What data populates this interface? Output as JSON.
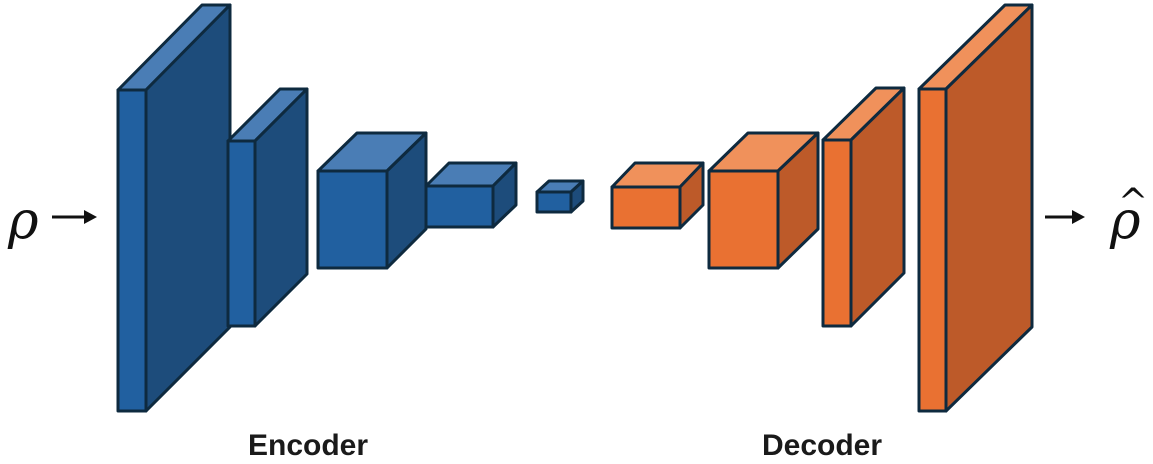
{
  "labels": {
    "encoder": "Encoder",
    "decoder": "Decoder",
    "input_symbol": "ρ",
    "output_symbol": "ρ",
    "output_hat": "^"
  },
  "colors": {
    "encoder_front": "#2160a0",
    "encoder_top": "#4a7db5",
    "encoder_side": "#1d4c7b",
    "decoder_front": "#e97132",
    "decoder_top": "#f0915b",
    "decoder_side": "#bd5a29",
    "outline": "#0e2a3f"
  }
}
